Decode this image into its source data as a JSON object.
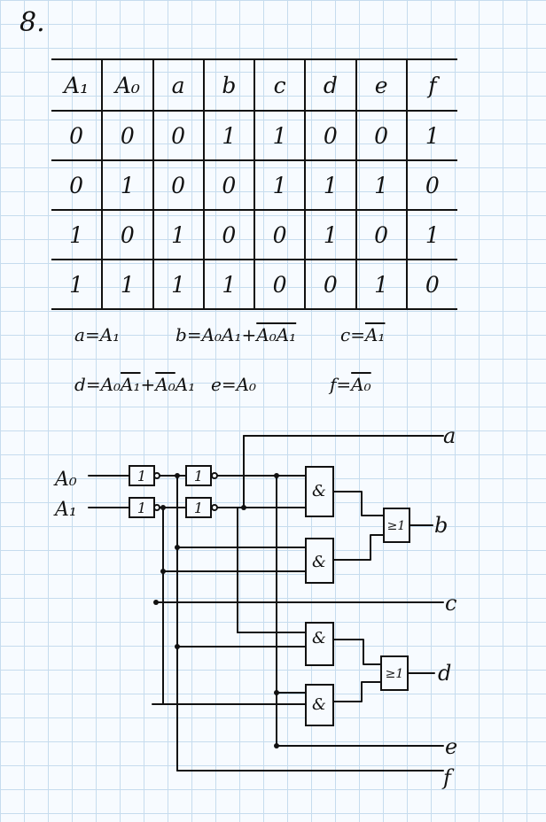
{
  "problem_number": "8.",
  "truth_table": {
    "headers": [
      "A₁",
      "A₀",
      "a",
      "b",
      "c",
      "d",
      "e",
      "f"
    ],
    "rows": [
      [
        "0",
        "0",
        "0",
        "1",
        "1",
        "0",
        "0",
        "1"
      ],
      [
        "0",
        "1",
        "0",
        "0",
        "1",
        "1",
        "1",
        "0"
      ],
      [
        "1",
        "0",
        "1",
        "0",
        "0",
        "1",
        "0",
        "1"
      ],
      [
        "1",
        "1",
        "1",
        "1",
        "0",
        "0",
        "1",
        "0"
      ]
    ]
  },
  "equations": {
    "a": {
      "lhs": "a",
      "rhs": "A₁"
    },
    "b": {
      "lhs": "b",
      "t1": "A₀A₁",
      "plus": "+",
      "t2": "A₀A₁"
    },
    "c": {
      "lhs": "c",
      "rhs": "A₁"
    },
    "d": {
      "lhs": "d",
      "t1a": "A₀",
      "t1b": "A₁",
      "plus": "+",
      "t2a": "A₀",
      "t2b": "A₁"
    },
    "e": {
      "lhs": "e",
      "rhs": "A₀"
    },
    "f": {
      "lhs": "f",
      "rhs": "A₀"
    },
    "equals": "="
  },
  "circuit": {
    "inputs": [
      "A₀",
      "A₁"
    ],
    "not_gate_symbol": "1",
    "and_gate_symbol": "&",
    "or_gate_symbol": "≥1",
    "outputs": [
      "a",
      "b",
      "c",
      "d",
      "e",
      "f"
    ]
  }
}
